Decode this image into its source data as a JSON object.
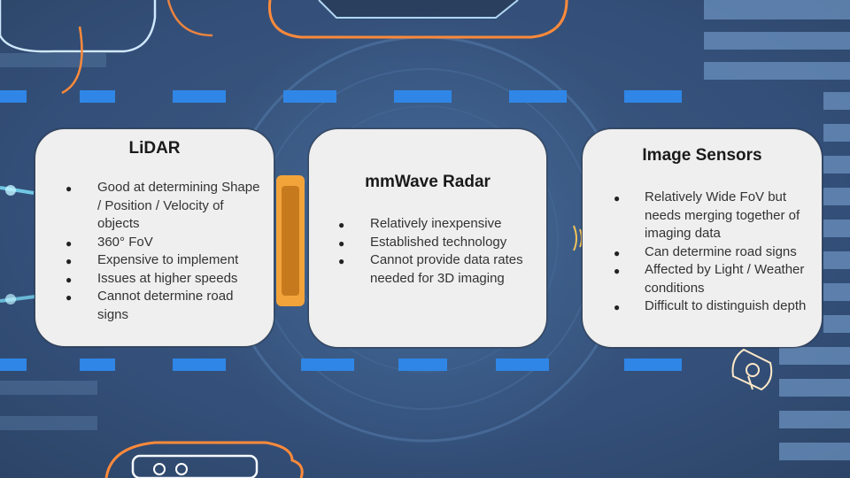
{
  "slide": {
    "background_color": "#3a5478",
    "accent_colors": {
      "blue_dash": "#2f86e6",
      "orange": "#ff8a3a",
      "cyan": "#7fe6ff"
    },
    "cards": [
      {
        "title": "LiDAR",
        "items": [
          "Good at determining Shape / Position / Velocity of objects",
          "360° FoV",
          "Expensive to implement",
          "Issues at higher speeds",
          "Cannot determine road signs"
        ]
      },
      {
        "title": "mmWave Radar",
        "items": [
          "Relatively inexpensive",
          "Established technology",
          "Cannot provide data rates needed for 3D imaging"
        ]
      },
      {
        "title": "Image Sensors",
        "items": [
          "Relatively Wide FoV but needs merging together of imaging data",
          "Can determine road signs",
          "Affected by Light / Weather conditions",
          "Difficult to distinguish depth"
        ]
      }
    ]
  }
}
